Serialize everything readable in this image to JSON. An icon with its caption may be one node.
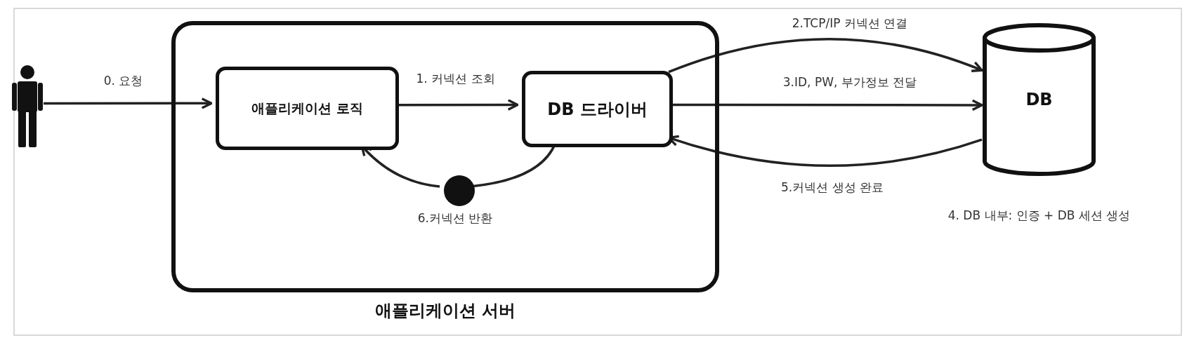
{
  "diagram": {
    "nodes": [
      {
        "text": [],
        "shape": "person"
      },
      {
        "text": [
          "애플리케이션 서버"
        ]
      },
      {
        "text": [
          "애플리케이션 로직"
        ],
        "in": 1
      },
      {
        "text": [
          "DB 드라이버"
        ],
        "in": 1
      },
      {
        "text": [],
        "shape": "circle",
        "in": 1,
        "beside": [
          "6.커넥션 반환"
        ]
      },
      {
        "text": [
          "DB"
        ],
        "beside": [
          "4. DB 내부: 인증 + DB 세션 생성"
        ]
      }
    ],
    "edges": [
      {
        "from": 0,
        "to": 2,
        "arrow": "to",
        "label": "0. 요청"
      },
      {
        "from": 2,
        "to": 3,
        "arrow": "to",
        "label": "1. 커넥션 조회"
      },
      {
        "from": 3,
        "to": 5,
        "arrow": "to",
        "label": "2.TCP/IP 커넥션 연결"
      },
      {
        "from": 3,
        "to": 5,
        "arrow": "to",
        "label": "3.ID, PW, 부가정보 전달"
      },
      {
        "from": 5,
        "to": 3,
        "arrow": "to",
        "label": "5.커넥션 생성 완료"
      },
      {
        "from": 3,
        "to": 4,
        "arrow": "none"
      },
      {
        "from": 4,
        "to": 2,
        "arrow": "to"
      }
    ]
  }
}
